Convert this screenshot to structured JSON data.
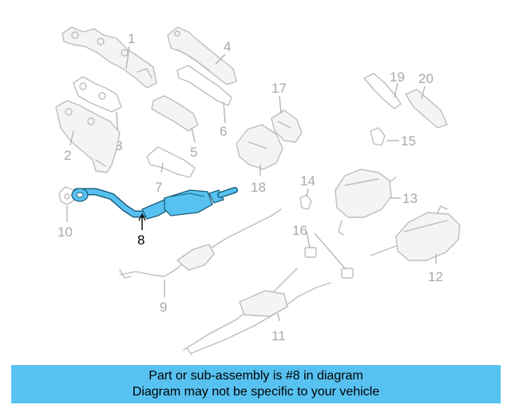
{
  "colors": {
    "highlight": "#57c2f1",
    "ghost": "#bdbdbd",
    "callout_text": "#a9a9a9",
    "banner": "#57c2f1"
  },
  "callouts": {
    "c1": "1",
    "c2": "2",
    "c3": "3",
    "c4": "4",
    "c5": "5",
    "c6": "6",
    "c7": "7",
    "c8": "8",
    "c9": "9",
    "c10": "10",
    "c11": "11",
    "c12": "12",
    "c13": "13",
    "c14": "14",
    "c15": "15",
    "c16": "16",
    "c17": "17",
    "c18": "18",
    "c19": "19",
    "c20": "20"
  },
  "banner": {
    "line1": "Part or sub-assembly is #8 in diagram",
    "line2": "Diagram may not be specific to your vehicle"
  }
}
